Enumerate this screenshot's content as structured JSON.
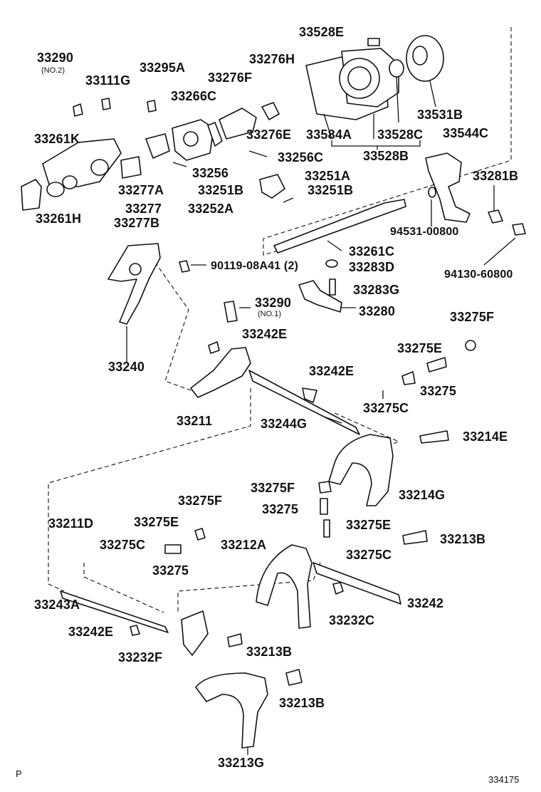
{
  "labels": [
    "33528E",
    "33290",
    "33276H",
    "33295A",
    "33111G",
    "33276F",
    "33266C",
    "33276E",
    "33261K",
    "33584A",
    "33528C",
    "33531B",
    "33544C",
    "33528B",
    "33256C",
    "33256",
    "33251A",
    "33251B",
    "33277A",
    "33277",
    "33252A",
    "33261H",
    "33277B",
    "33281B",
    "94531-00800",
    "33261C",
    "94130-60800",
    "90119-08A41 (2)",
    "33283D",
    "33290",
    "33283G",
    "33280",
    "33275F",
    "33242E",
    "33240",
    "33275E",
    "33242E",
    "33275",
    "33211",
    "33244G",
    "33275C",
    "33214E",
    "33275F",
    "33214G",
    "33275",
    "33275E",
    "33211D",
    "33275E",
    "33275F",
    "33212A",
    "33213B",
    "33275C",
    "33275C",
    "33275",
    "33243A",
    "33242",
    "33242E",
    "33232C",
    "33213B",
    "33232F",
    "33213B",
    "33213G"
  ],
  "sublabels": [
    "(NO.2)",
    "(NO.1)"
  ],
  "corner_left": "P",
  "corner_right": "334175"
}
